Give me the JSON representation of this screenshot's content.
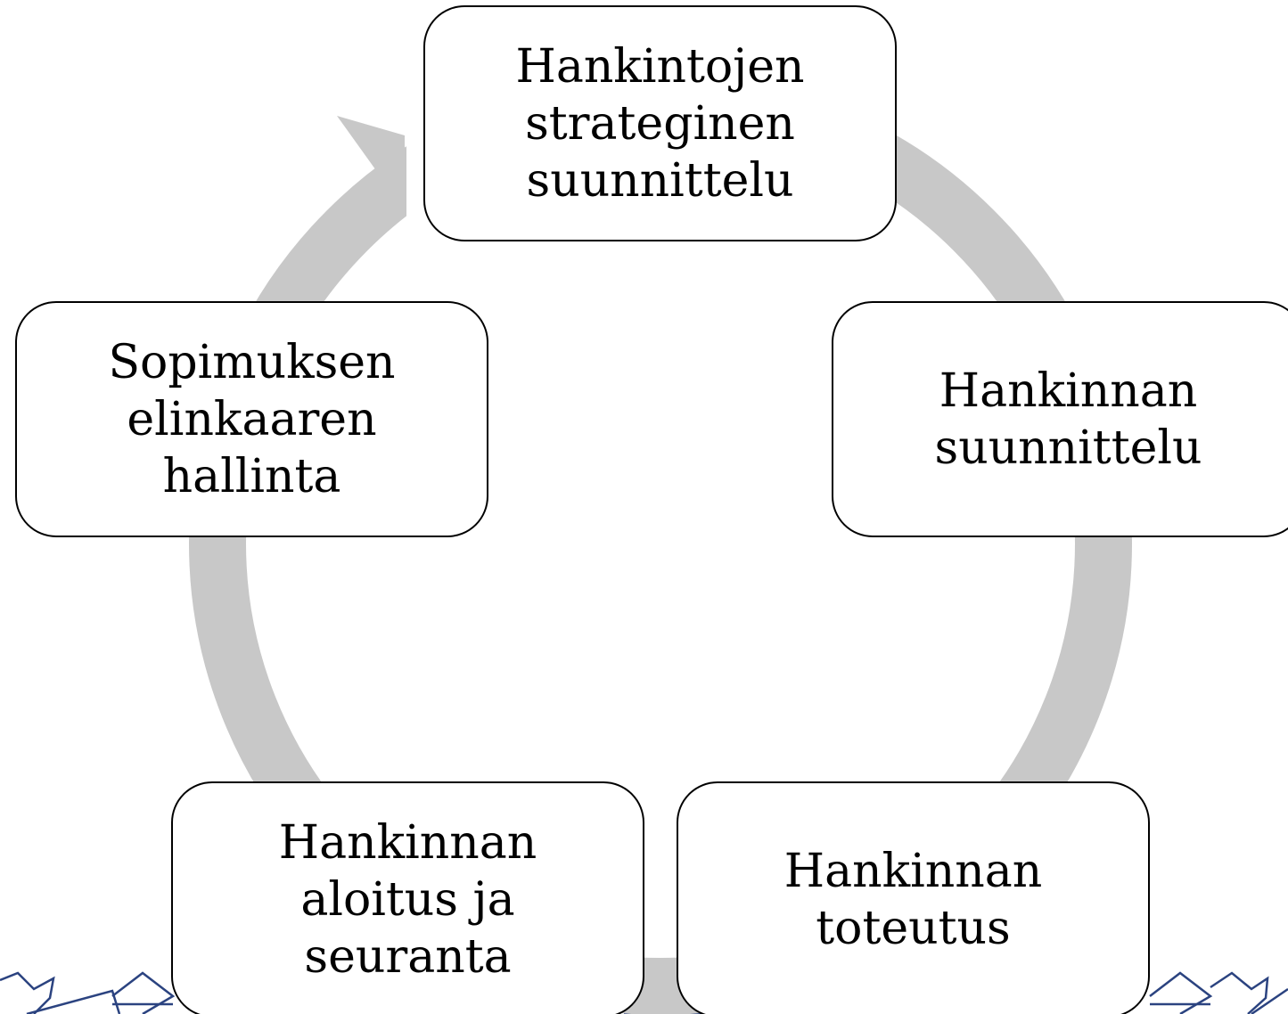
{
  "diagram": {
    "steps": [
      {
        "label": "Hankintojen\nstrateginen\nsuunnittelu"
      },
      {
        "label": "Hankinnan\nsuunnittelu"
      },
      {
        "label": "Hankinnan\ntoteutus"
      },
      {
        "label": "Hankinnan\naloitus ja\nseuranta"
      },
      {
        "label": "Sopimuksen\nelinkaaren\nhallinta"
      }
    ],
    "colors": {
      "cycle_arrow": "#c8c8c8",
      "box_border": "#000000",
      "box_fill": "#ffffff",
      "accent_navy": "#1f3a7a",
      "outline_navy": "#2b4380"
    },
    "decorations": {
      "left": "geometric-outline-ornament",
      "right": "geometric-outline-ornament",
      "bottom_center": "navy-block"
    }
  }
}
